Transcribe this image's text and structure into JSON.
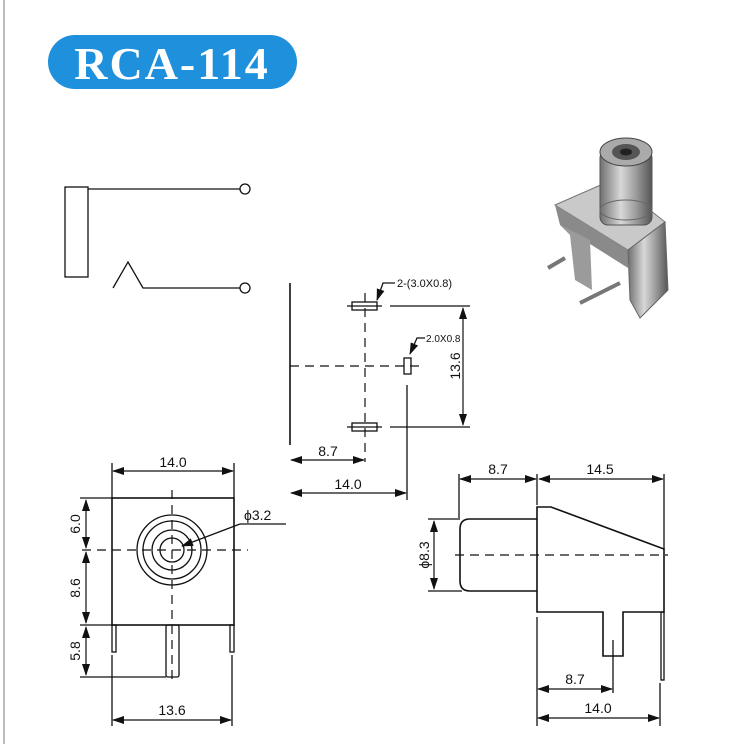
{
  "title": "RCA-114",
  "colors": {
    "title_bg": "#1E90DC",
    "line": "#111111"
  },
  "footprint": {
    "pad_note": "2-(3.0X0.8)",
    "small_pad_note": "2.0X0.8",
    "height": "13.6",
    "offset": "8.7",
    "width": "14.0"
  },
  "front_view": {
    "width_top": "14.0",
    "hole": "ϕ3.2",
    "top_to_center": "6.0",
    "center_to_base": "8.6",
    "pin_length": "5.8",
    "width_bottom": "13.6"
  },
  "side_view": {
    "plug_length": "8.7",
    "body_length": "14.5",
    "plug_diameter": "ϕ8.3",
    "pin_offset": "8.7",
    "base_length": "14.0"
  }
}
